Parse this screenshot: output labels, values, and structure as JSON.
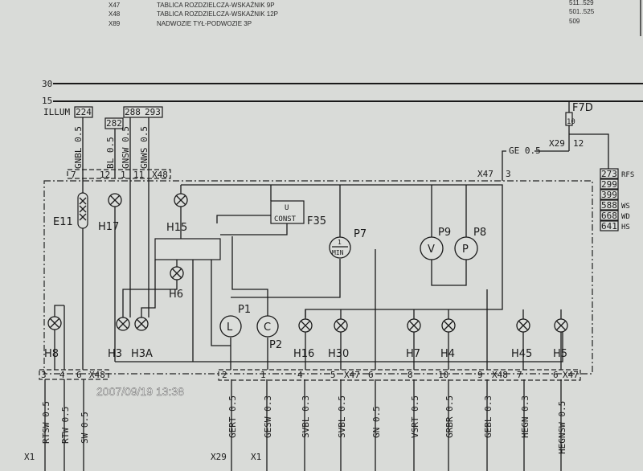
{
  "legend_rows": [
    {
      "code": "X47",
      "desc": "TABLICA ROZDZIELCZA-WSKAŹNIK 9P",
      "ref": "511..529"
    },
    {
      "code": "X48",
      "desc": "TABLICA ROZDZIELCZA-WSKAŹNIK 12P",
      "ref": "501..525"
    },
    {
      "code": "X89",
      "desc": "NADWOZIE TYŁ-PODWOZIE 3P",
      "ref": "509"
    }
  ],
  "buses": {
    "b30": "30",
    "b15": "15"
  },
  "top_refs": {
    "illum": "ILLUM",
    "r224": "224",
    "r282": "282",
    "r288": "288",
    "r293": "293"
  },
  "top_wires": [
    "GNBL 0.5",
    "BL 0.5",
    "GNSW 0.5",
    "GNWS 0.5"
  ],
  "top_pins": {
    "p7": "7",
    "p12": "12",
    "p1": "1",
    "p11": "11",
    "x48": "X48"
  },
  "fuse": {
    "label": "F7D",
    "value": "10",
    "conn": "X29",
    "pin": "12",
    "wire": "GE 0.5",
    "x47": "X47",
    "x47pin": "3"
  },
  "right_refs": [
    "273",
    "299",
    "399",
    "588",
    "668",
    "641"
  ],
  "right_ref_labels": [
    "RFS",
    "",
    "",
    "WS",
    "WD",
    "HS"
  ],
  "components": {
    "E11": "E11",
    "H17": "H17",
    "H15": "H15",
    "H6": "H6",
    "H8": "H8",
    "H3": "H3",
    "H3A": "H3A",
    "P1": "P1",
    "P2": "P2",
    "P7": "P7",
    "P9": "P9",
    "P8": "P8",
    "F35": "F35",
    "H16": "H16",
    "H30": "H30",
    "H7": "H7",
    "H4": "H4",
    "H45": "H45",
    "H5": "H5"
  },
  "gauges": {
    "P1": "L",
    "P2": "C",
    "P7_top": "1",
    "P7_bottom": "MIN",
    "P9": "V",
    "P8": "P"
  },
  "const_box": {
    "top": "U",
    "bottom": "CONST"
  },
  "bottom_pins": [
    "3",
    "4",
    "6",
    "2",
    "1",
    "4",
    "5",
    "6",
    "8",
    "10",
    "9",
    "7",
    "6"
  ],
  "bottom_conns": {
    "a": "X48",
    "b": "X47",
    "c": "X48",
    "d": "X47"
  },
  "bottom_wires": [
    "RTSW 0.5",
    "RTW 0.5",
    "SW 0.5",
    "GERT 0.5",
    "GESW 0.3",
    "SVBL 0.3",
    "SVBL 0.5",
    "GN 0.5",
    "VSRT 0.5",
    "GRBR 0.5",
    "GEBL 0.3",
    "HEGN 0.3",
    "HEGNSW 0.5"
  ],
  "bottom_refs": {
    "x1a": "X1",
    "x29": "X29",
    "x1b": "X1"
  },
  "timestamp": "2007/09/19 13:38"
}
